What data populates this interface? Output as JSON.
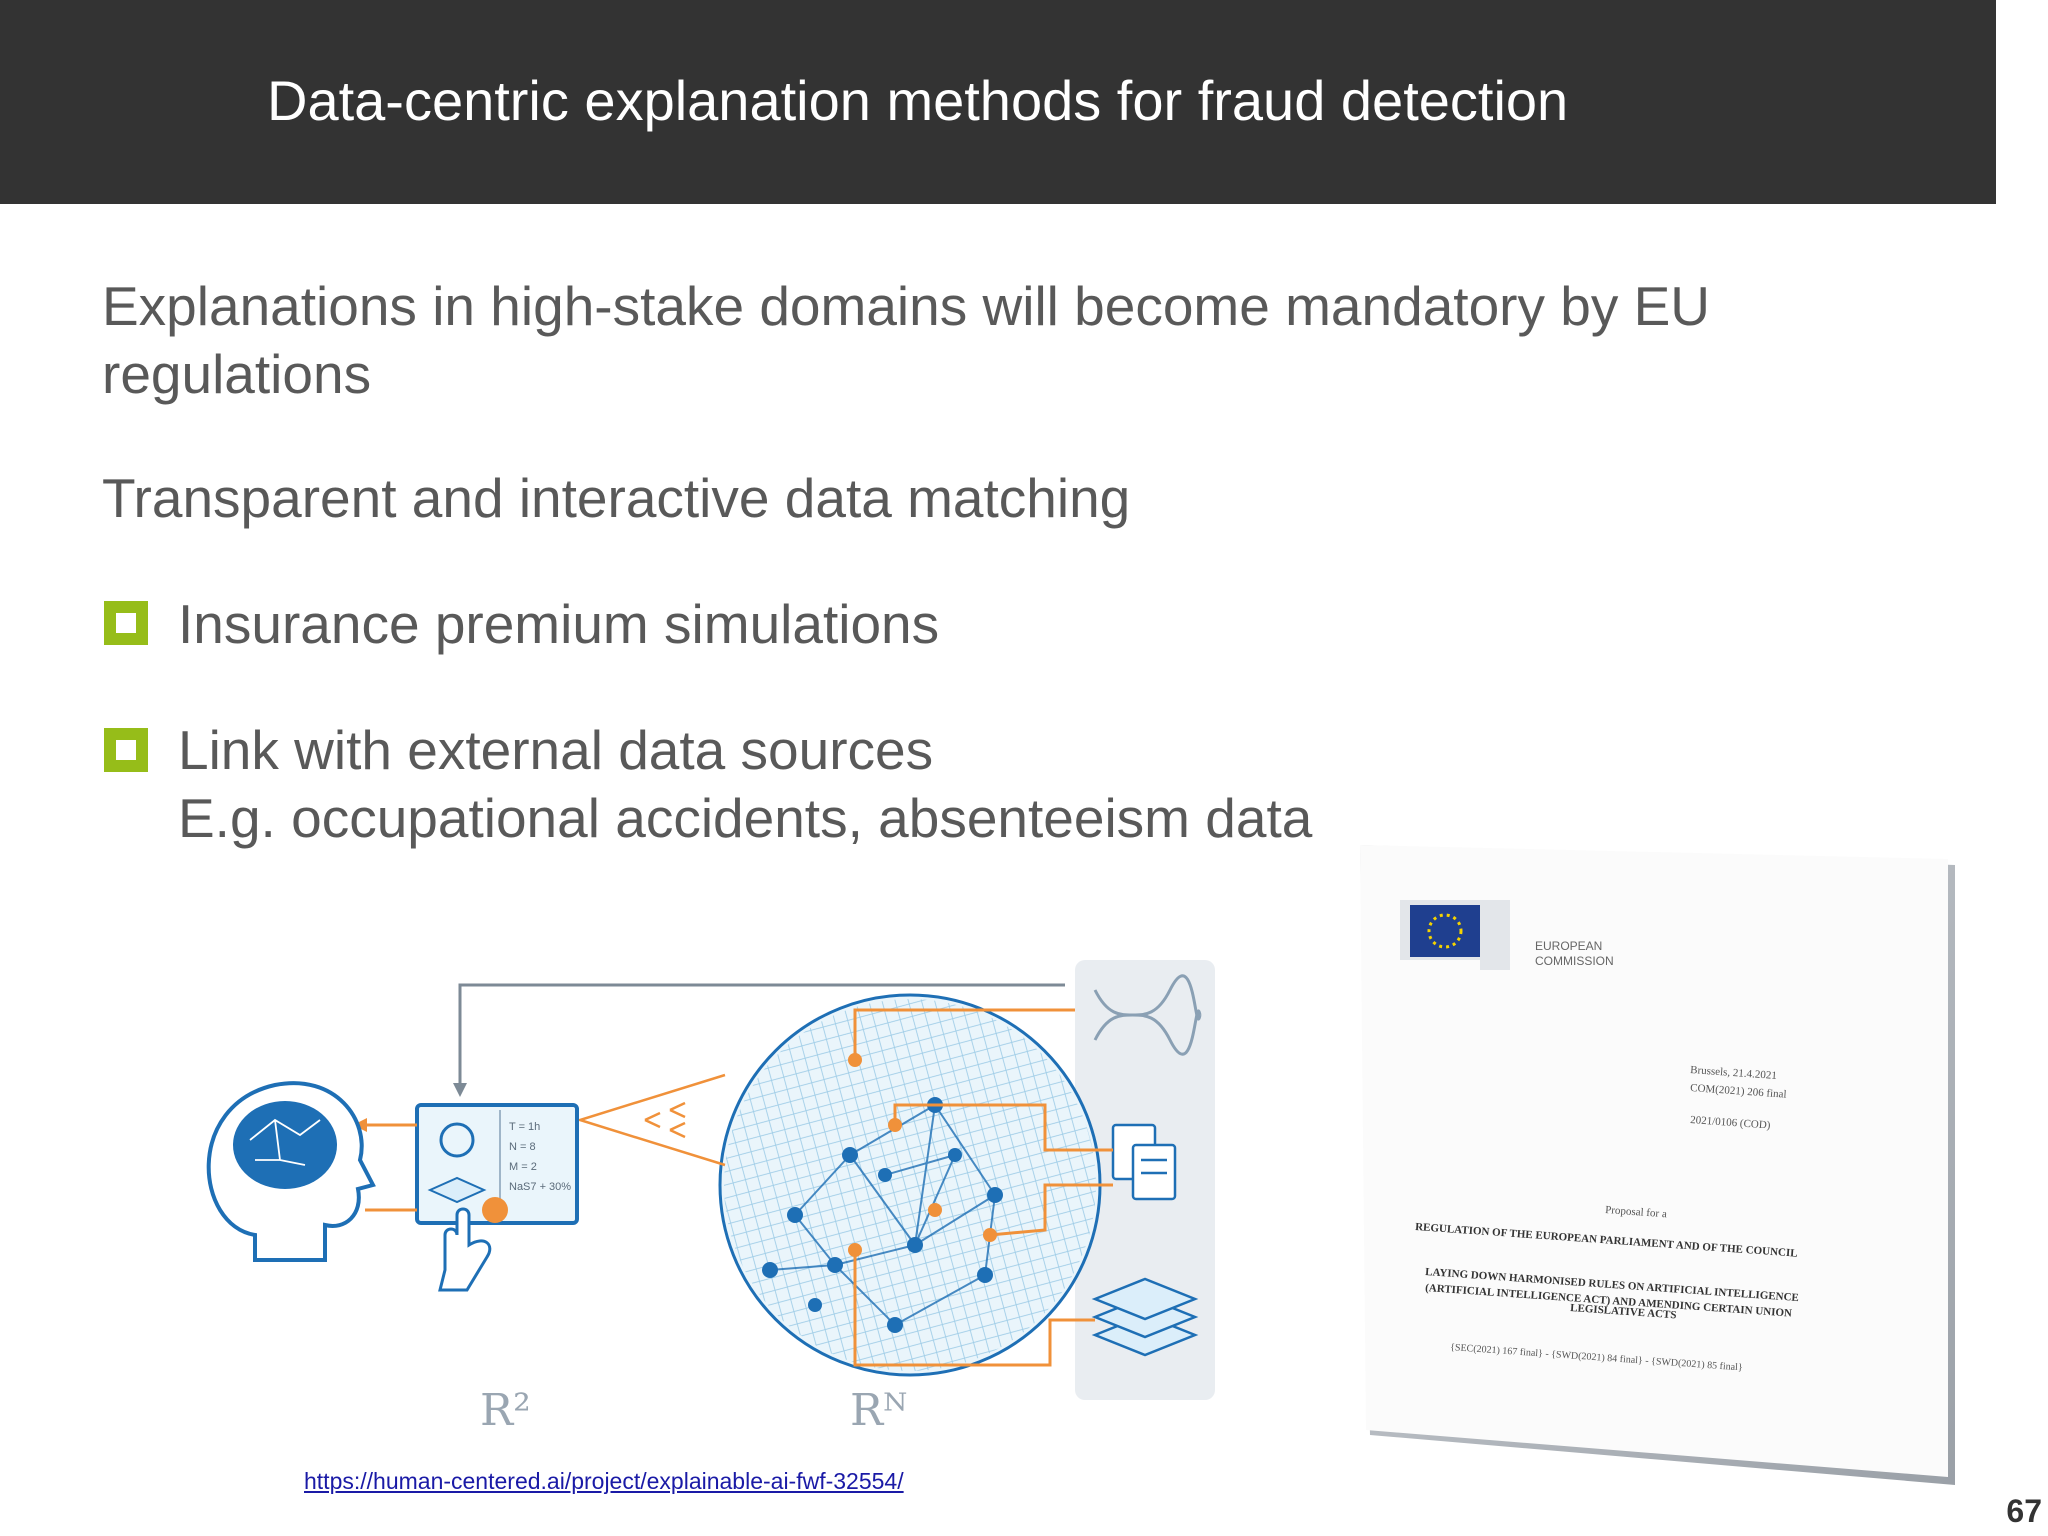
{
  "slide": {
    "title": "Data-centric explanation methods for fraud detection",
    "paragraph_1": "Explanations in high-stake domains will become mandatory by EU regulations",
    "paragraph_2": "Transparent and interactive data matching",
    "bullets": [
      {
        "text": "Insurance premium simulations"
      },
      {
        "text": "Link with external data sources",
        "subtext": "E.g. occupational accidents, absenteeism data"
      }
    ],
    "figure": {
      "label_r2": "R²",
      "label_rn": "Rᴺ",
      "screen_lines": [
        "T = 1h",
        "N = 8",
        "M = 2",
        "NaS7 + 30%"
      ]
    },
    "link": "https://human-centered.ai/project/explainable-ai-fwf-32554/",
    "eu_document": {
      "org_line1": "EUROPEAN",
      "org_line2": "COMMISSION",
      "date": "Brussels, 21.4.2021",
      "ref": "COM(2021) 206 final",
      "procedure": "2021/0106 (COD)",
      "proposal": "Proposal for a",
      "heading": "REGULATION OF THE EUROPEAN PARLIAMENT AND OF THE COUNCIL",
      "subheading_1": "LAYING DOWN HARMONISED RULES ON ARTIFICIAL INTELLIGENCE",
      "subheading_2": "(ARTIFICIAL INTELLIGENCE ACT) AND AMENDING CERTAIN UNION",
      "subheading_3": "LEGISLATIVE ACTS",
      "footer": "{SEC(2021) 167 final} - {SWD(2021) 84 final} - {SWD(2021) 85 final}"
    },
    "page_number": "67",
    "colors": {
      "title_bar": "#333333",
      "bullet": "#96bd19",
      "text": "#595959",
      "accent_orange": "#f0913a",
      "node_blue": "#1e6fb5"
    }
  }
}
